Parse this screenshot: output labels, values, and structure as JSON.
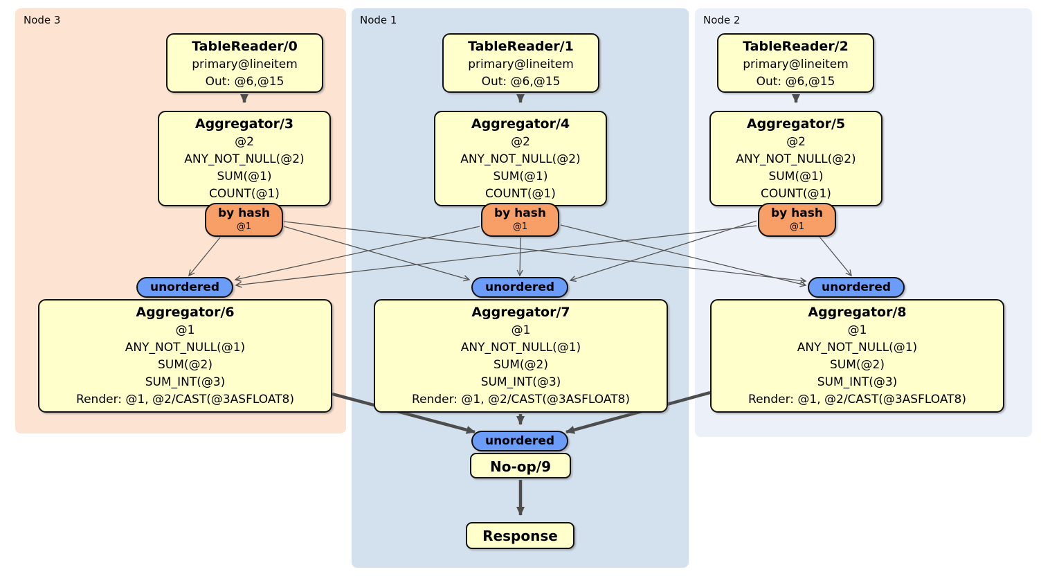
{
  "panels": [
    {
      "label": "Node 3",
      "color": "#fde3d1"
    },
    {
      "label": "Node 1",
      "color": "#d3e0ed"
    },
    {
      "label": "Node 2",
      "color": "#ecf1f9"
    }
  ],
  "columns": [
    {
      "table_reader": {
        "title": "TableReader/0",
        "lines": [
          "primary@lineitem",
          "Out: @6,@15"
        ]
      },
      "upper_aggregator": {
        "title": "Aggregator/3",
        "lines": [
          "@2",
          "ANY_NOT_NULL(@2)",
          "SUM(@1)",
          "COUNT(@1)"
        ]
      },
      "hash_router": {
        "label": "by hash",
        "detail": "@1"
      },
      "stream": {
        "label": "unordered"
      },
      "lower_aggregator": {
        "title": "Aggregator/6",
        "lines": [
          "@1",
          "ANY_NOT_NULL(@1)",
          "SUM(@2)",
          "SUM_INT(@3)",
          "Render: @1, @2/CAST(@3ASFLOAT8)"
        ]
      }
    },
    {
      "table_reader": {
        "title": "TableReader/1",
        "lines": [
          "primary@lineitem",
          "Out: @6,@15"
        ]
      },
      "upper_aggregator": {
        "title": "Aggregator/4",
        "lines": [
          "@2",
          "ANY_NOT_NULL(@2)",
          "SUM(@1)",
          "COUNT(@1)"
        ]
      },
      "hash_router": {
        "label": "by hash",
        "detail": "@1"
      },
      "stream": {
        "label": "unordered"
      },
      "lower_aggregator": {
        "title": "Aggregator/7",
        "lines": [
          "@1",
          "ANY_NOT_NULL(@1)",
          "SUM(@2)",
          "SUM_INT(@3)",
          "Render: @1, @2/CAST(@3ASFLOAT8)"
        ]
      }
    },
    {
      "table_reader": {
        "title": "TableReader/2",
        "lines": [
          "primary@lineitem",
          "Out: @6,@15"
        ]
      },
      "upper_aggregator": {
        "title": "Aggregator/5",
        "lines": [
          "@2",
          "ANY_NOT_NULL(@2)",
          "SUM(@1)",
          "COUNT(@1)"
        ]
      },
      "hash_router": {
        "label": "by hash",
        "detail": "@1"
      },
      "stream": {
        "label": "unordered"
      },
      "lower_aggregator": {
        "title": "Aggregator/8",
        "lines": [
          "@1",
          "ANY_NOT_NULL(@1)",
          "SUM(@2)",
          "SUM_INT(@3)",
          "Render: @1, @2/CAST(@3ASFLOAT8)"
        ]
      }
    }
  ],
  "sink": {
    "stream": {
      "label": "unordered"
    },
    "noop": {
      "title": "No-op/9"
    },
    "response": {
      "title": "Response"
    }
  },
  "colors": {
    "panel_node3": "#fde3d1",
    "panel_node1": "#d3e0ed",
    "panel_node2": "#ecf1f9",
    "operator_box_fill": "#ffffcc",
    "hash_router_fill": "#f89f68",
    "stream_badge_fill": "#6b9cf8",
    "edge_thin": "#555555",
    "edge_thick": "#4d4d4d"
  },
  "edges": {
    "thick": [
      {
        "from": "TableReader/0",
        "to": "Aggregator/3"
      },
      {
        "from": "TableReader/1",
        "to": "Aggregator/4"
      },
      {
        "from": "TableReader/2",
        "to": "Aggregator/5"
      },
      {
        "from": "Aggregator/6",
        "to": "unordered (No-op/9)"
      },
      {
        "from": "Aggregator/7",
        "to": "unordered (No-op/9)"
      },
      {
        "from": "Aggregator/8",
        "to": "unordered (No-op/9)"
      },
      {
        "from": "No-op/9",
        "to": "Response"
      }
    ],
    "hash_mesh": [
      {
        "from": "by hash @1 (Node 3)",
        "to": [
          "unordered (Node 3)",
          "unordered (Node 1)",
          "unordered (Node 2)"
        ]
      },
      {
        "from": "by hash @1 (Node 1)",
        "to": [
          "unordered (Node 3)",
          "unordered (Node 1)",
          "unordered (Node 2)"
        ]
      },
      {
        "from": "by hash @1 (Node 2)",
        "to": [
          "unordered (Node 3)",
          "unordered (Node 1)",
          "unordered (Node 2)"
        ]
      }
    ]
  }
}
